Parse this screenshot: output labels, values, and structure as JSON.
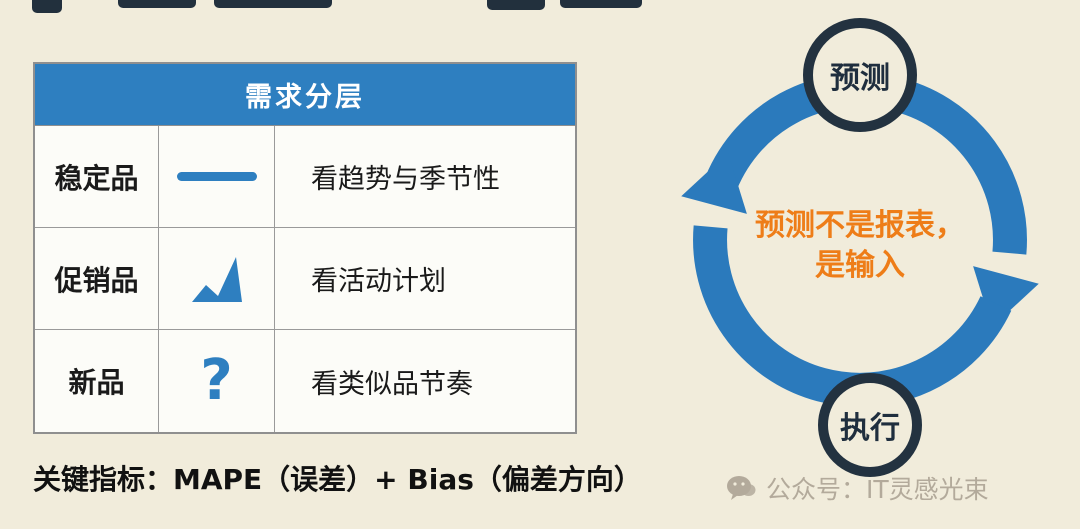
{
  "table": {
    "header": "需求分层",
    "rows": [
      {
        "category": "稳定品",
        "icon": "trend-line-icon",
        "desc": "看趋势与季节性"
      },
      {
        "category": "促销品",
        "icon": "spike-chart-icon",
        "desc": "看活动计划"
      },
      {
        "category": "新品",
        "icon": "question-mark-icon",
        "desc": "看类似品节奏"
      }
    ],
    "question_mark": "?"
  },
  "footer": {
    "key_metrics": "关键指标：MAPE（误差）+ Bias（偏差方向）"
  },
  "cycle": {
    "top_node": "预测",
    "bottom_node": "执行",
    "center_line1": "预测不是报表，",
    "center_line2": "是输入"
  },
  "watermark": {
    "text": "公众号：IT灵感光束"
  },
  "colors": {
    "background": "#f1ecdb",
    "table_header_blue": "#2e7fc0",
    "icon_blue": "#2e7fc0",
    "ring_blue": "#2b7abc",
    "node_dark": "#233240",
    "accent_orange": "#ee7d18"
  }
}
